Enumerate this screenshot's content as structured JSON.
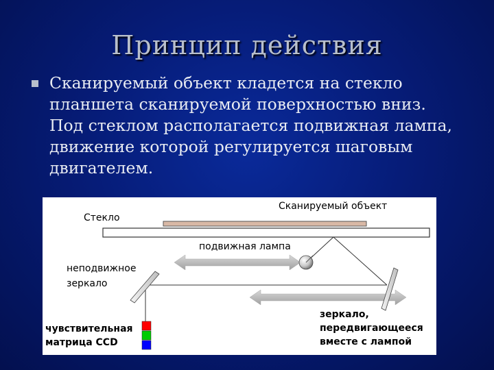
{
  "title": "Принцип действия",
  "bullet": {
    "text": "Сканируемый объект кладется на стекло планшета сканируемой поверхностью вниз. Под стеклом располагается подвижная лампа, движение которой регулируется шаговым двигателем."
  },
  "diagram": {
    "labels": {
      "glass": "Стекло",
      "scanned_object": "Сканируемый объект",
      "moving_lamp": "подвижная лампа",
      "fixed_mirror_1": "неподвижное",
      "fixed_mirror_2": "зеркало",
      "moving_mirror_1": "зеркало,",
      "moving_mirror_2": "передвигающееся",
      "moving_mirror_3": "вместе с лампой",
      "ccd_1": "чувствительная",
      "ccd_2": "матрица CCD"
    },
    "ccd_colors": [
      "#ff0000",
      "#00cc00",
      "#0000ff"
    ]
  }
}
